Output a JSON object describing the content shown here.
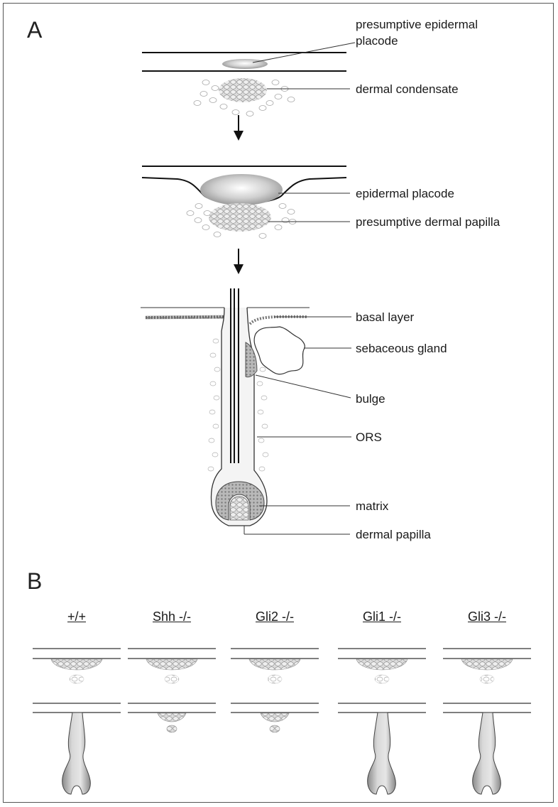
{
  "panel_a": {
    "letter": "A",
    "labels": {
      "presumptive_epidermal_placode_1": "presumptive epidermal",
      "presumptive_epidermal_placode_2": "placode",
      "dermal_condensate": "dermal condensate",
      "epidermal_placode": "epidermal placode",
      "presumptive_dermal_papilla": "presumptive dermal papilla",
      "basal_layer": "basal layer",
      "sebaceous_gland": "sebaceous gland",
      "bulge": "bulge",
      "ors": "ORS",
      "matrix": "matrix",
      "dermal_papilla": "dermal papilla"
    }
  },
  "panel_b": {
    "letter": "B",
    "genotypes": [
      {
        "label": "+/+",
        "follicle_forms": true
      },
      {
        "label": "Shh -/-",
        "follicle_forms": false
      },
      {
        "label": "Gli2 -/-",
        "follicle_forms": false
      },
      {
        "label": "Gli1 -/-",
        "follicle_forms": true
      },
      {
        "label": "Gli3 -/-",
        "follicle_forms": true
      }
    ]
  }
}
